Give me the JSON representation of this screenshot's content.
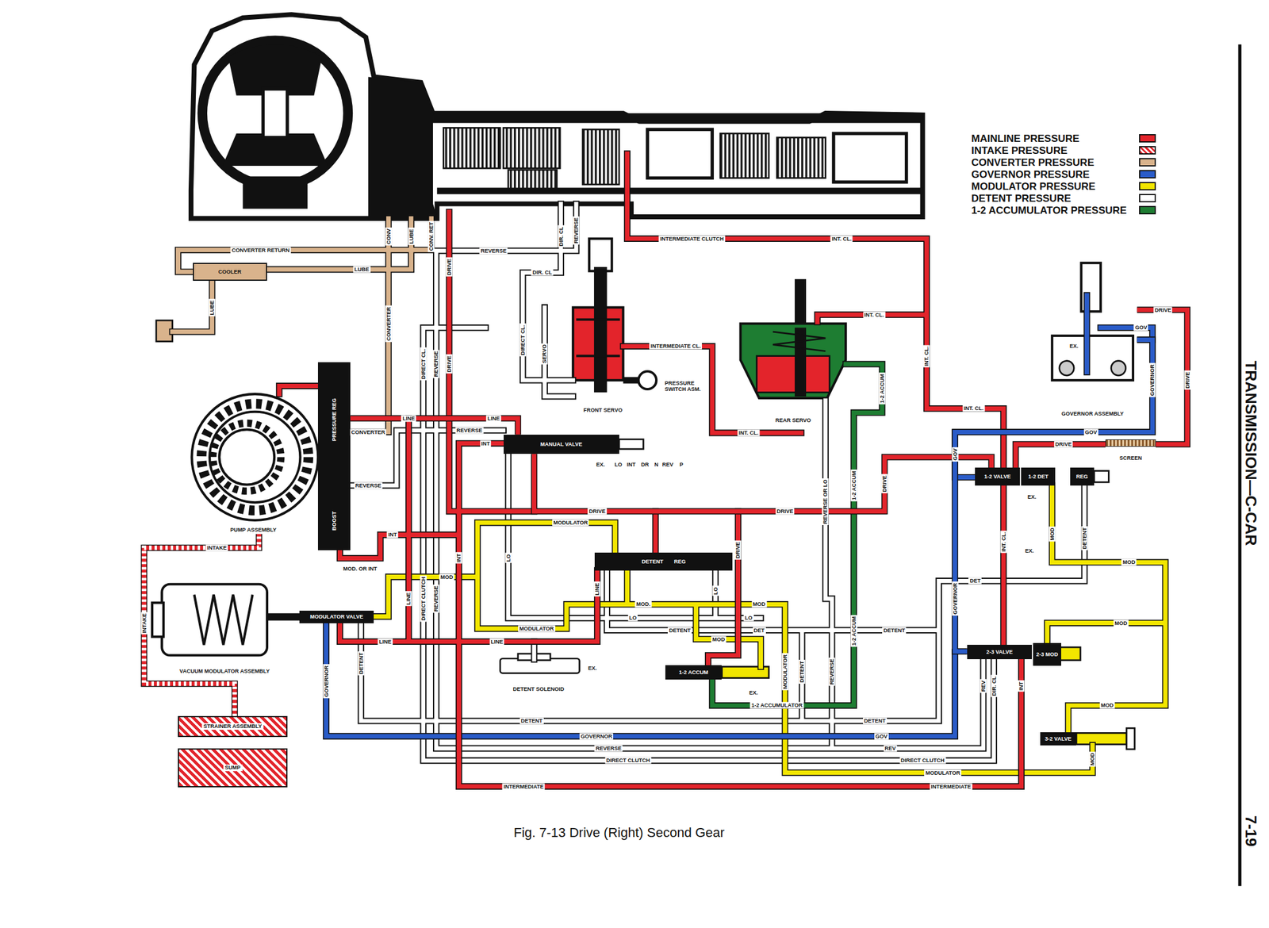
{
  "diagram": {
    "caption": "Fig. 7-13 Drive (Right) Second Gear",
    "nodes": [
      {
        "text": [
          "COOLER"
        ]
      },
      {
        "text": [
          "FRONT SERVO"
        ]
      },
      {
        "text": [
          "REAR SERVO"
        ]
      },
      {
        "text": [
          "GOVERNOR ASSEMBLY"
        ]
      },
      {
        "text": [
          "PRESSURE REG",
          "BOOST"
        ]
      },
      {
        "text": [
          "PUMP ASSEMBLY"
        ]
      },
      {
        "text": [
          "MANUAL VALVE"
        ]
      },
      {
        "text": [
          "SCREEN"
        ]
      },
      {
        "text": [
          "1-2 VALVE"
        ]
      },
      {
        "text": [
          "1-2 DET"
        ]
      },
      {
        "text": [
          "REG"
        ]
      },
      {
        "text": [
          "DETENT",
          "REG"
        ]
      },
      {
        "text": [
          "VACUUM MODULATOR ASSEMBLY"
        ]
      },
      {
        "text": [
          "MODULATOR VALVE"
        ]
      },
      {
        "text": [
          "2-3 VALVE"
        ]
      },
      {
        "text": [
          "2-3 MOD"
        ]
      },
      {
        "text": [
          "1-2 ACCUM"
        ]
      },
      {
        "text": [
          "DETENT SOLENOID"
        ]
      },
      {
        "text": [
          "STRAINER ASSEMBLY"
        ]
      },
      {
        "text": [
          "SUMP"
        ]
      },
      {
        "text": [
          "3-2 VALVE"
        ]
      }
    ],
    "edges": [
      {
        "from": 18,
        "to": 5,
        "arrow": "none",
        "label": "INTAKE"
      },
      {
        "from": 4,
        "to": 6,
        "arrow": "none",
        "label": "LINE"
      },
      {
        "from": 6,
        "to": 8,
        "arrow": "none",
        "label": "DRIVE"
      },
      {
        "from": 3,
        "to": 7,
        "arrow": "none",
        "label": "DRIVE"
      },
      {
        "from": 7,
        "to": 8,
        "arrow": "none",
        "label": "DRIVE"
      },
      {
        "from": 3,
        "to": 8,
        "arrow": "none",
        "label": "GOV"
      },
      {
        "from": 3,
        "to": 14,
        "arrow": "none"
      }
    ],
    "labels": [
      "CONVERTER RETURN",
      "LUBE",
      "LUBE",
      "CONV",
      "LUBE",
      "CONV. RET",
      "CONVERTER",
      "DRIVE",
      "REVERSE",
      "DIR. CL",
      "REVERSE",
      "DIR. CL",
      "INTERMEDIATE CLUTCH",
      "INT. CL.",
      "INT. CL.",
      "INTERMEDIATE CL.",
      "PRESSURE SWITCH ASM.",
      "INT. CL.",
      "1-2 ACCUM",
      "INT. CL.",
      "DIRECT CL.",
      "SERVO",
      "DIRECT CL.",
      "REVERSE",
      "DRIVE",
      "LINE",
      "CONVERTER",
      "REVERSE",
      "INT",
      "EX.",
      "LO",
      "INT",
      "DR",
      "N",
      "REV",
      "P",
      "REVERSE",
      "MOD. OR INT",
      "INT",
      "MOD",
      "DRIVE",
      "MODULATOR",
      "1-2 ACCUM",
      "DRIVE",
      "REVERSE OR LO",
      "LINE",
      "LO",
      "LO",
      "DRIVE",
      "MOD.",
      "MOD",
      "LO",
      "LO",
      "DETENT",
      "DET",
      "DETENT",
      "MODULATOR",
      "LINE",
      "LINE",
      "MOD",
      "EX.",
      "1-2 ACCUMULATOR",
      "EX.",
      "INTAKE",
      "GOVERNOR",
      "DETENT",
      "LINE",
      "DIRECT CLUTCH",
      "REVERSE",
      "INT",
      "MODULATOR",
      "DETENT",
      "REVERSE",
      "1-2 ACCUM",
      "DETENT",
      "DETENT",
      "GOVERNOR",
      "GOV",
      "REVERSE",
      "REV",
      "DIRECT CLUTCH",
      "DIRECT CLUTCH",
      "MODULATOR",
      "INTERMEDIATE",
      "INTERMEDIATE",
      "GOV",
      "EX.",
      "GOVERNOR",
      "DRIVE",
      "INT. CL.",
      "GOV",
      "EX.",
      "EX.",
      "MOD",
      "DETENT",
      "MOD",
      "INT. CL.",
      "DET",
      "GOVERNOR",
      "MOD",
      "REV",
      "DIR. CL",
      "INT",
      "MOD",
      "MOD",
      "TRANSMISSION—C-CAR",
      "7-19"
    ],
    "legend": [
      {
        "text": "MAINLINE PRESSURE",
        "color": "#e3242b"
      },
      {
        "text": "INTAKE PRESSURE"
      },
      {
        "text": "CONVERTER PRESSURE",
        "color": "#d9b38c"
      },
      {
        "text": "GOVERNOR PRESSURE",
        "color": "#2a5cc9"
      },
      {
        "text": "MODULATOR PRESSURE",
        "color": "#f2e600"
      },
      {
        "text": "DETENT PRESSURE",
        "color": "#ffffff"
      },
      {
        "text": "1-2 ACCUMULATOR PRESSURE",
        "color": "#1e7d32"
      }
    ]
  }
}
